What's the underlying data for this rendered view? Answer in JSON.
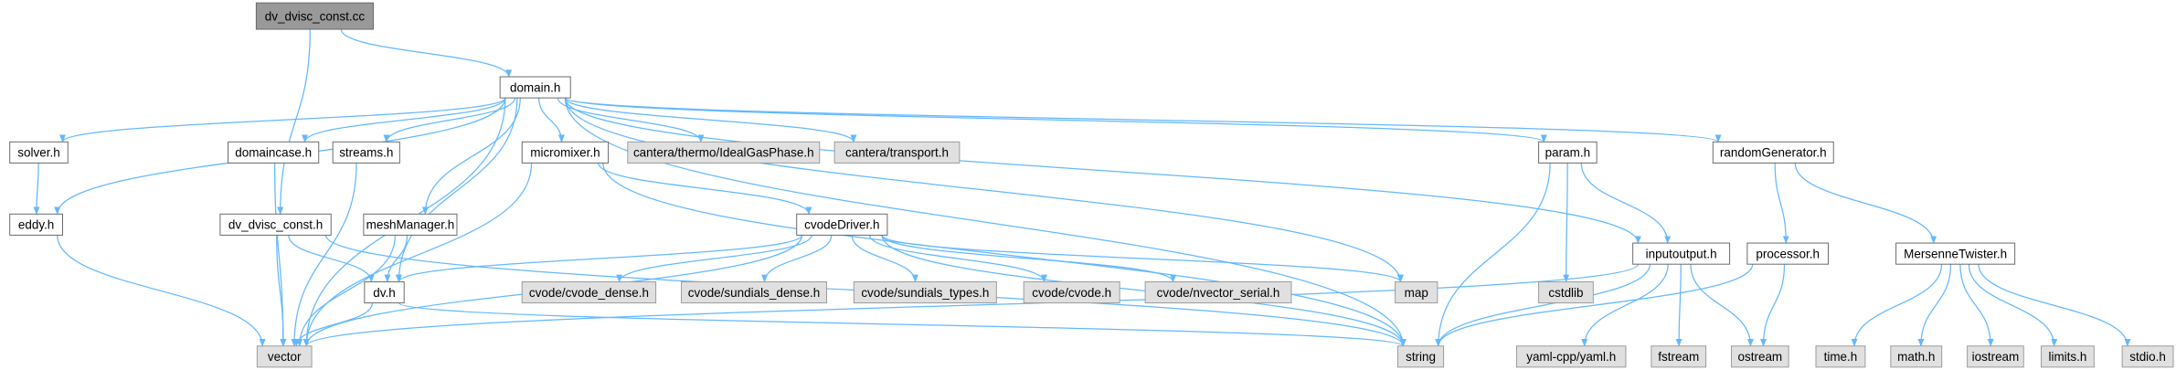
{
  "colors": {
    "edge": "#63B8FF",
    "root_fill": "#999999",
    "root_stroke": "#666666",
    "local_fill": "#ffffff",
    "local_stroke": "#666666",
    "system_fill": "#e0e0e0",
    "system_stroke": "#999999",
    "text": "#000000"
  },
  "nodes": [
    {
      "id": "dv_dvisc_const_cc",
      "label": "dv_dvisc_const.cc",
      "kind": "root"
    },
    {
      "id": "domain_h",
      "label": "domain.h",
      "kind": "local"
    },
    {
      "id": "solver_h",
      "label": "solver.h",
      "kind": "local"
    },
    {
      "id": "domaincase_h",
      "label": "domaincase.h",
      "kind": "local"
    },
    {
      "id": "streams_h",
      "label": "streams.h",
      "kind": "local"
    },
    {
      "id": "micromixer_h",
      "label": "micromixer.h",
      "kind": "local"
    },
    {
      "id": "idealgasphase_h",
      "label": "cantera/thermo/IdealGasPhase.h",
      "kind": "system"
    },
    {
      "id": "transport_h",
      "label": "cantera/transport.h",
      "kind": "system"
    },
    {
      "id": "param_h",
      "label": "param.h",
      "kind": "local"
    },
    {
      "id": "randomgenerator_h",
      "label": "randomGenerator.h",
      "kind": "local"
    },
    {
      "id": "eddy_h",
      "label": "eddy.h",
      "kind": "local"
    },
    {
      "id": "dv_dvisc_const_h",
      "label": "dv_dvisc_const.h",
      "kind": "local"
    },
    {
      "id": "meshmanager_h",
      "label": "meshManager.h",
      "kind": "local"
    },
    {
      "id": "cvodedriver_h",
      "label": "cvodeDriver.h",
      "kind": "local"
    },
    {
      "id": "map",
      "label": "map",
      "kind": "system"
    },
    {
      "id": "cstdlib",
      "label": "cstdlib",
      "kind": "system"
    },
    {
      "id": "inputoutput_h",
      "label": "inputoutput.h",
      "kind": "local"
    },
    {
      "id": "processor_h",
      "label": "processor.h",
      "kind": "local"
    },
    {
      "id": "mersennetwister_h",
      "label": "MersenneTwister.h",
      "kind": "local"
    },
    {
      "id": "dv_h",
      "label": "dv.h",
      "kind": "local"
    },
    {
      "id": "cvode_dense_h",
      "label": "cvode/cvode_dense.h",
      "kind": "system"
    },
    {
      "id": "sundials_dense_h",
      "label": "cvode/sundials_dense.h",
      "kind": "system"
    },
    {
      "id": "sundials_types_h",
      "label": "cvode/sundials_types.h",
      "kind": "system"
    },
    {
      "id": "cvode_h",
      "label": "cvode/cvode.h",
      "kind": "system"
    },
    {
      "id": "nvector_serial_h",
      "label": "cvode/nvector_serial.h",
      "kind": "system"
    },
    {
      "id": "vector",
      "label": "vector",
      "kind": "system"
    },
    {
      "id": "string",
      "label": "string",
      "kind": "system"
    },
    {
      "id": "yaml_h",
      "label": "yaml-cpp/yaml.h",
      "kind": "system"
    },
    {
      "id": "fstream",
      "label": "fstream",
      "kind": "system"
    },
    {
      "id": "ostream",
      "label": "ostream",
      "kind": "system"
    },
    {
      "id": "time_h",
      "label": "time.h",
      "kind": "system"
    },
    {
      "id": "math_h",
      "label": "math.h",
      "kind": "system"
    },
    {
      "id": "iostream",
      "label": "iostream",
      "kind": "system"
    },
    {
      "id": "limits_h",
      "label": "limits.h",
      "kind": "system"
    },
    {
      "id": "stdio_h",
      "label": "stdio.h",
      "kind": "system"
    }
  ],
  "edges": [
    [
      "dv_dvisc_const_cc",
      "domain_h"
    ],
    [
      "dv_dvisc_const_cc",
      "dv_dvisc_const_h"
    ],
    [
      "domain_h",
      "solver_h"
    ],
    [
      "domain_h",
      "domaincase_h"
    ],
    [
      "domain_h",
      "streams_h"
    ],
    [
      "domain_h",
      "micromixer_h"
    ],
    [
      "domain_h",
      "idealgasphase_h"
    ],
    [
      "domain_h",
      "transport_h"
    ],
    [
      "domain_h",
      "param_h"
    ],
    [
      "domain_h",
      "randomgenerator_h"
    ],
    [
      "domain_h",
      "eddy_h"
    ],
    [
      "domain_h",
      "meshmanager_h"
    ],
    [
      "domain_h",
      "dv_h"
    ],
    [
      "domain_h",
      "vector"
    ],
    [
      "domain_h",
      "string"
    ],
    [
      "domain_h",
      "map"
    ],
    [
      "domain_h",
      "inputoutput_h"
    ],
    [
      "solver_h",
      "eddy_h"
    ],
    [
      "eddy_h",
      "vector"
    ],
    [
      "domaincase_h",
      "vector"
    ],
    [
      "streams_h",
      "vector"
    ],
    [
      "micromixer_h",
      "cvodedriver_h"
    ],
    [
      "micromixer_h",
      "vector"
    ],
    [
      "micromixer_h",
      "string"
    ],
    [
      "dv_dvisc_const_h",
      "dv_h"
    ],
    [
      "dv_dvisc_const_h",
      "vector"
    ],
    [
      "dv_dvisc_const_h",
      "string"
    ],
    [
      "meshmanager_h",
      "dv_h"
    ],
    [
      "meshmanager_h",
      "vector"
    ],
    [
      "cvodedriver_h",
      "dv_h"
    ],
    [
      "cvodedriver_h",
      "cvode_dense_h"
    ],
    [
      "cvodedriver_h",
      "sundials_dense_h"
    ],
    [
      "cvodedriver_h",
      "sundials_types_h"
    ],
    [
      "cvodedriver_h",
      "cvode_h"
    ],
    [
      "cvodedriver_h",
      "nvector_serial_h"
    ],
    [
      "cvodedriver_h",
      "map"
    ],
    [
      "cvodedriver_h",
      "string"
    ],
    [
      "cvodedriver_h",
      "vector"
    ],
    [
      "dv_h",
      "vector"
    ],
    [
      "dv_h",
      "string"
    ],
    [
      "param_h",
      "cstdlib"
    ],
    [
      "param_h",
      "string"
    ],
    [
      "param_h",
      "inputoutput_h"
    ],
    [
      "inputoutput_h",
      "string"
    ],
    [
      "inputoutput_h",
      "yaml_h"
    ],
    [
      "inputoutput_h",
      "fstream"
    ],
    [
      "inputoutput_h",
      "ostream"
    ],
    [
      "inputoutput_h",
      "vector"
    ],
    [
      "randomgenerator_h",
      "processor_h"
    ],
    [
      "randomgenerator_h",
      "mersennetwister_h"
    ],
    [
      "processor_h",
      "string"
    ],
    [
      "processor_h",
      "ostream"
    ],
    [
      "mersennetwister_h",
      "time_h"
    ],
    [
      "mersennetwister_h",
      "math_h"
    ],
    [
      "mersennetwister_h",
      "iostream"
    ],
    [
      "mersennetwister_h",
      "limits_h"
    ],
    [
      "mersennetwister_h",
      "stdio_h"
    ]
  ]
}
